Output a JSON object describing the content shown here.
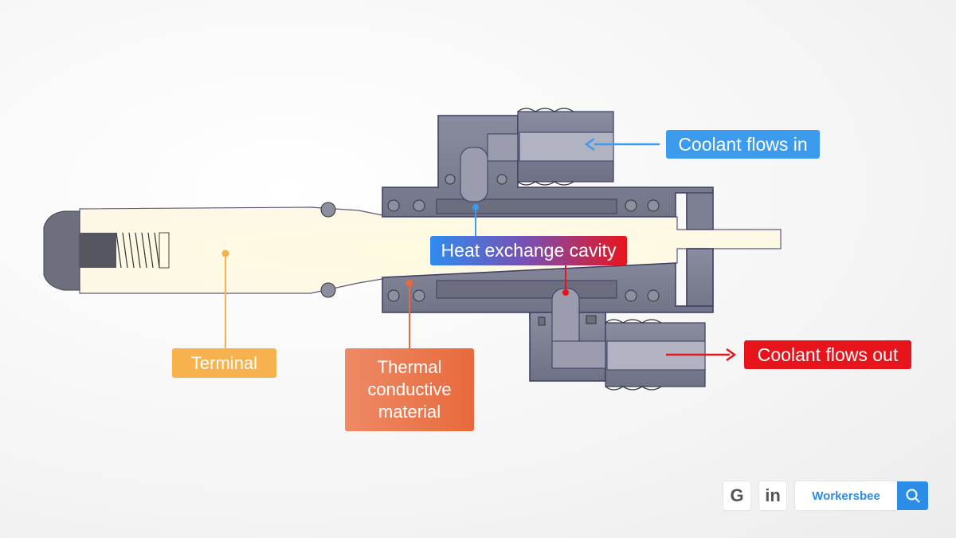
{
  "labels": {
    "coolant_in": "Coolant flows in",
    "cavity": "Heat exchange cavity",
    "coolant_out": "Coolant flows out",
    "terminal": "Terminal",
    "thermal": "Thermal conductive material"
  },
  "colors": {
    "coolant_in": "#3d9bee",
    "coolant_out": "#e8141c",
    "terminal": "#f7b24d",
    "thermal": "#e86a3c",
    "metal": "#7d7f92",
    "conductor": "#fdfbe6"
  },
  "footer": {
    "brand": "Workersbee",
    "icons": [
      "google-icon",
      "linkedin-icon",
      "search-icon"
    ]
  }
}
